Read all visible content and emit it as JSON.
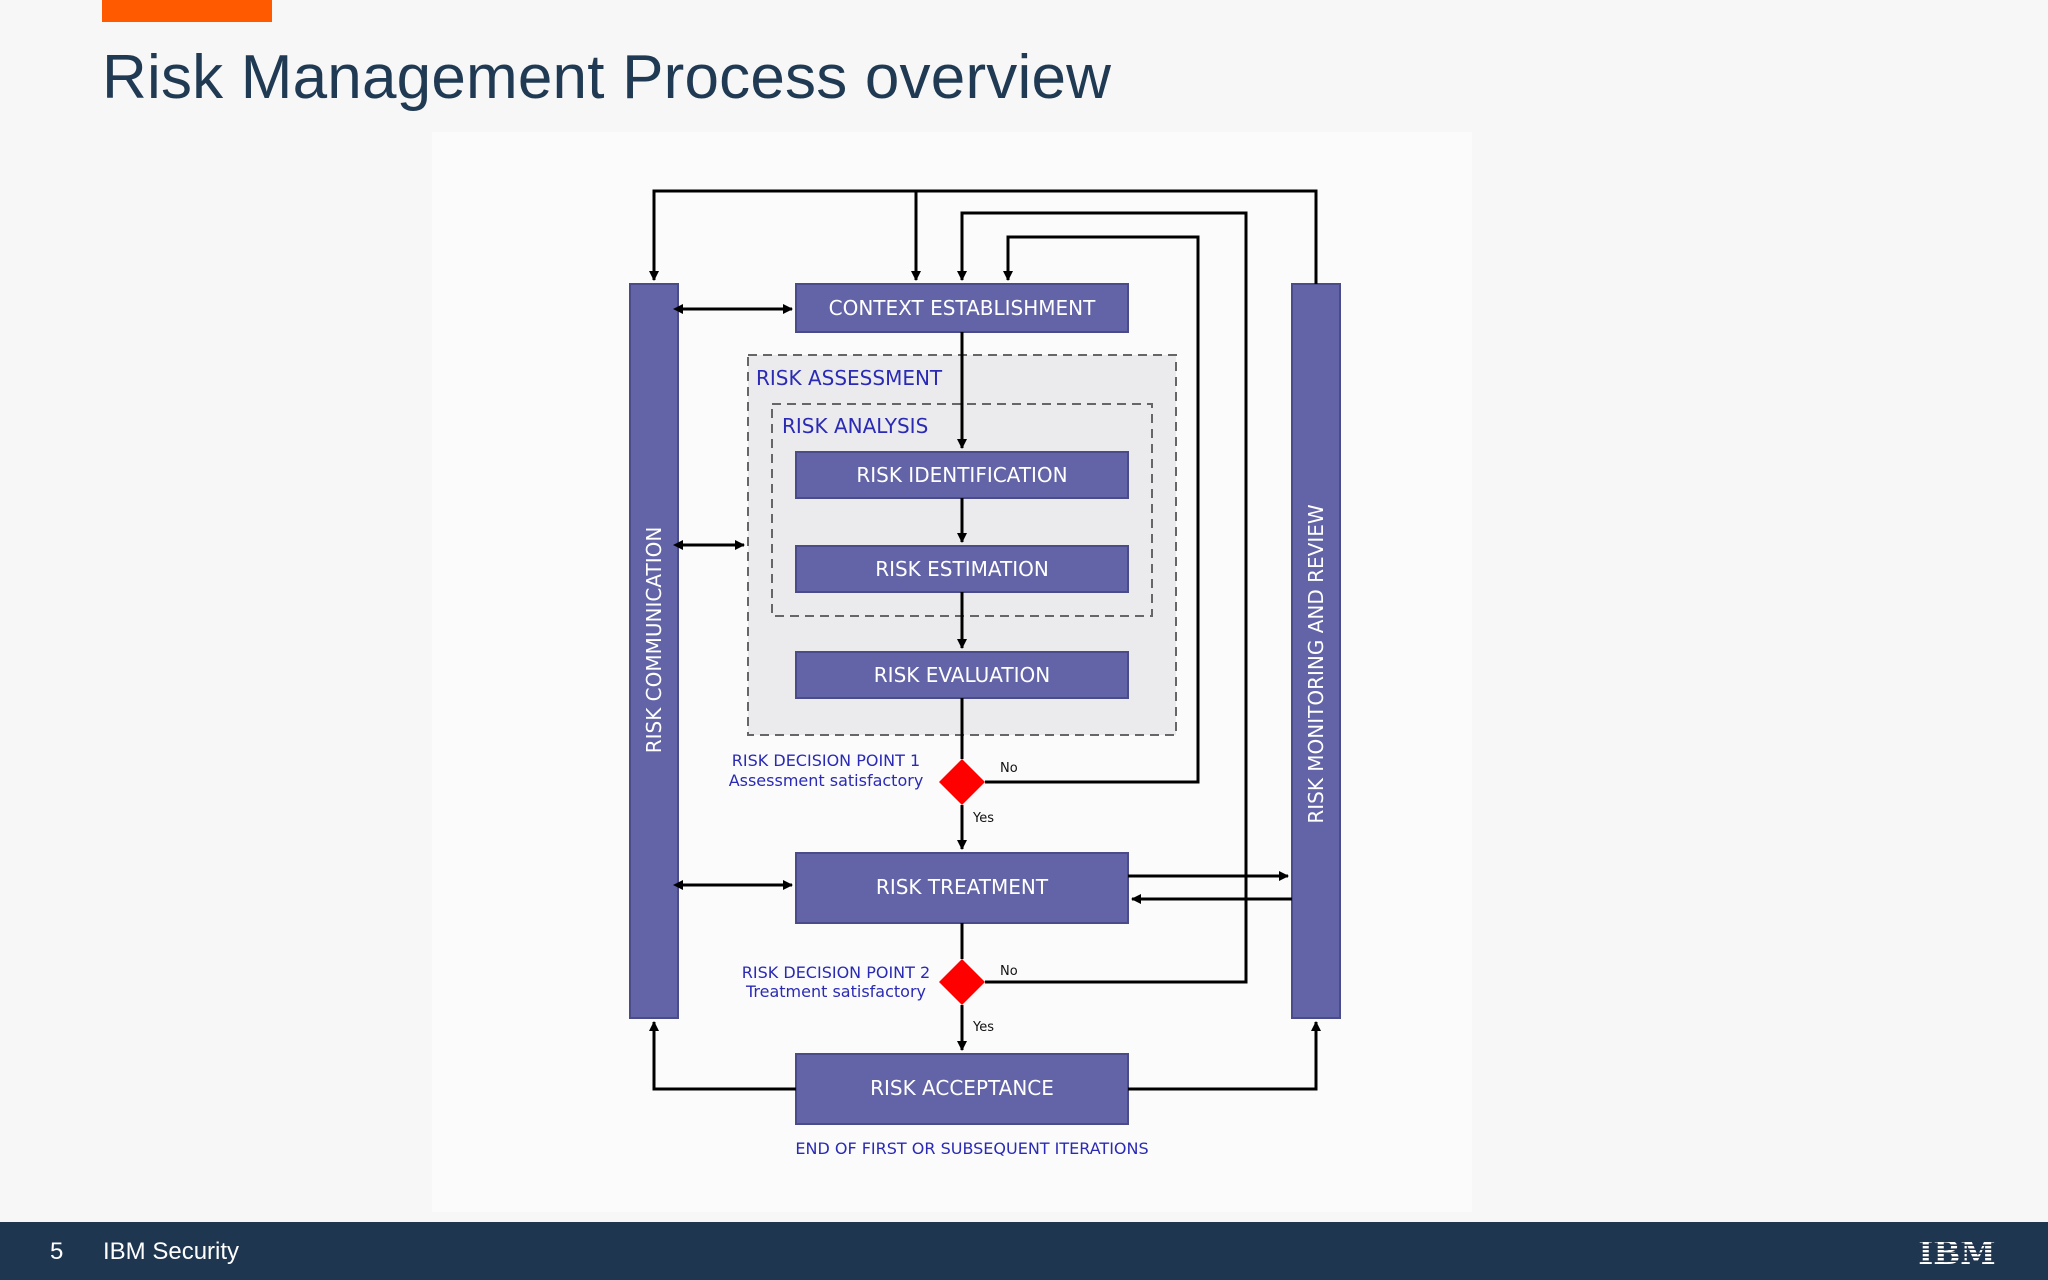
{
  "slide": {
    "title": "Risk Management Process overview",
    "accent_color": "#ff5a00",
    "title_color": "#1f3a52"
  },
  "diagram": {
    "box_color": "#6264a7",
    "decision_color": "#ff0000",
    "label_color": "#2a2ab5",
    "context": "CONTEXT ESTABLISHMENT",
    "assessment_group": "RISK ASSESSMENT",
    "analysis_group": "RISK ANALYSIS",
    "identification": "RISK IDENTIFICATION",
    "estimation": "RISK ESTIMATION",
    "evaluation": "RISK EVALUATION",
    "decision1_title": "RISK DECISION POINT 1",
    "decision1_sub": "Assessment satisfactory",
    "decision2_title": "RISK DECISION POINT 2",
    "decision2_sub": "Treatment satisfactory",
    "treatment": "RISK TREATMENT",
    "acceptance": "RISK ACCEPTANCE",
    "communication": "RISK COMMUNICATION",
    "monitoring": "RISK MONITORING AND REVIEW",
    "no_label": "No",
    "yes_label": "Yes",
    "end_note": "END OF FIRST OR SUBSEQUENT ITERATIONS"
  },
  "footer": {
    "page_number": "5",
    "label": "IBM Security",
    "logo_text": "IBM",
    "background": "#1f3650"
  }
}
